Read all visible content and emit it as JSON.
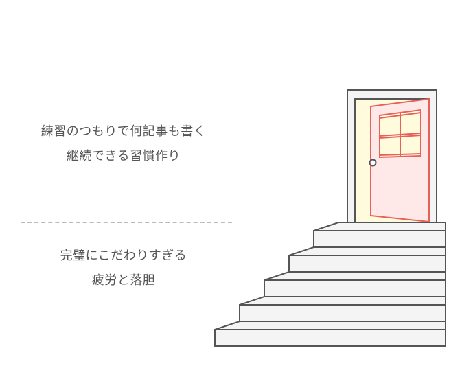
{
  "top_text": {
    "line1": "練習のつもりで何記事も書く",
    "line2": "継続できる習慣作り"
  },
  "bottom_text": {
    "line1": "完璧にこだわりすぎる",
    "line2": "疲労と落胆"
  },
  "illustration": {
    "stroke_color": "#555555",
    "door_color": "#e8605a",
    "door_fill": "#ffe8e8",
    "light_fill": "#fffbdc",
    "step_fill": "#f4f4f4",
    "icons": [
      "door-icon",
      "stairs-icon"
    ]
  }
}
